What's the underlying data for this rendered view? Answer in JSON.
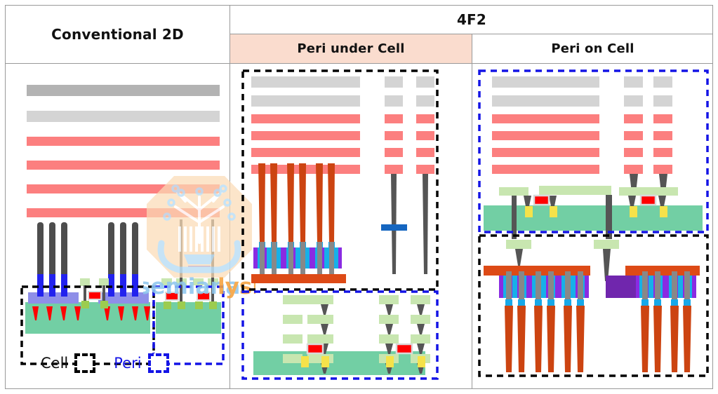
{
  "header": {
    "col1_title": "Conventional 2D",
    "group_title": "4F2",
    "col2_title": "Peri under Cell",
    "col3_title": "Peri on Cell",
    "group_header_bg": "#ffffff",
    "col2_header_bg": "#fadcce"
  },
  "legend": {
    "items": [
      {
        "label": "Cell",
        "color": "#111111",
        "box_border": "#000000",
        "box_style": "dashed"
      },
      {
        "label": "Peri",
        "color": "#1414e6",
        "box_border": "#1414e6",
        "box_style": "dashed"
      }
    ]
  },
  "watermark": {
    "text": "semianalysis",
    "logo_name": "semianalysis-circuit-tree-logo",
    "logo_bg": "#fbdcb6",
    "text_color_left": "#8fc7ee",
    "text_color_right": "#f5a13c"
  },
  "colors": {
    "metal_gray_dark": "#b3b3b3",
    "metal_gray_light": "#d4d4d4",
    "metal_salmon": "#fc7f7f",
    "via_gray": "#555555",
    "pillar_gray": "#4d4d4d",
    "channel_orange": "#cc4411",
    "wordline_purple": "#8a2be2",
    "wordline_cyan": "#17b0e8",
    "blue_bar": "#1566c0",
    "substrate_green": "#72cfa4",
    "pad_light_green": "#c8e6b0",
    "contact_yellow": "#f5e24a",
    "gate_red": "#ff0000",
    "blue_plug": "#2222ee",
    "purple_block": "#7026ad",
    "source_line_orange": "#dd4a16",
    "cell_border": "#000000",
    "peri_border": "#1414e6"
  },
  "panels": {
    "conventional_2d": {
      "name": "Conventional 2D",
      "top_metal_bars": [
        {
          "fill": "metal_gray_dark"
        },
        {
          "fill": "metal_gray_light"
        },
        {
          "fill": "metal_salmon"
        },
        {
          "fill": "metal_salmon"
        },
        {
          "fill": "metal_salmon"
        },
        {
          "fill": "metal_salmon"
        }
      ],
      "cell_region": {
        "border": "black-dashed",
        "pillar_groups": 2,
        "pillars_per_group": 3,
        "gate_count_per_group": 4
      },
      "peri_region": {
        "border": "blue-dashed",
        "transistor_count": 2,
        "via_count": 2
      }
    },
    "peri_under_cell": {
      "name": "Peri under Cell",
      "cell_region": {
        "border": "black-dashed",
        "position": "top",
        "top_metal_bars": [
          {
            "fill": "metal_gray_light"
          },
          {
            "fill": "metal_gray_light"
          },
          {
            "fill": "metal_salmon"
          },
          {
            "fill": "metal_salmon"
          },
          {
            "fill": "metal_salmon"
          },
          {
            "fill": "metal_salmon"
          }
        ],
        "bitline_stacks": 2,
        "channel_count": 6,
        "wordline_stacks": 3,
        "has_source_line": true,
        "blue_bar_marker": true
      },
      "peri_region": {
        "border": "blue-dashed",
        "position": "bottom",
        "pad_rows": 4,
        "transistor_count": 2,
        "via_count": 3
      }
    },
    "peri_on_cell": {
      "name": "Peri on Cell",
      "peri_region": {
        "border": "blue-dashed",
        "position": "top",
        "top_metal_bars": [
          {
            "fill": "metal_gray_light"
          },
          {
            "fill": "metal_gray_light"
          },
          {
            "fill": "metal_salmon"
          },
          {
            "fill": "metal_salmon"
          },
          {
            "fill": "metal_salmon"
          },
          {
            "fill": "metal_salmon"
          }
        ],
        "bitline_stacks": 2,
        "transistor_count": 2,
        "pad_count": 4
      },
      "cell_region": {
        "border": "black-dashed",
        "position": "bottom",
        "orientation": "inverted",
        "source_lines": 2,
        "channel_count": 10,
        "wordline_stacks": 3,
        "purple_block": true
      }
    }
  }
}
